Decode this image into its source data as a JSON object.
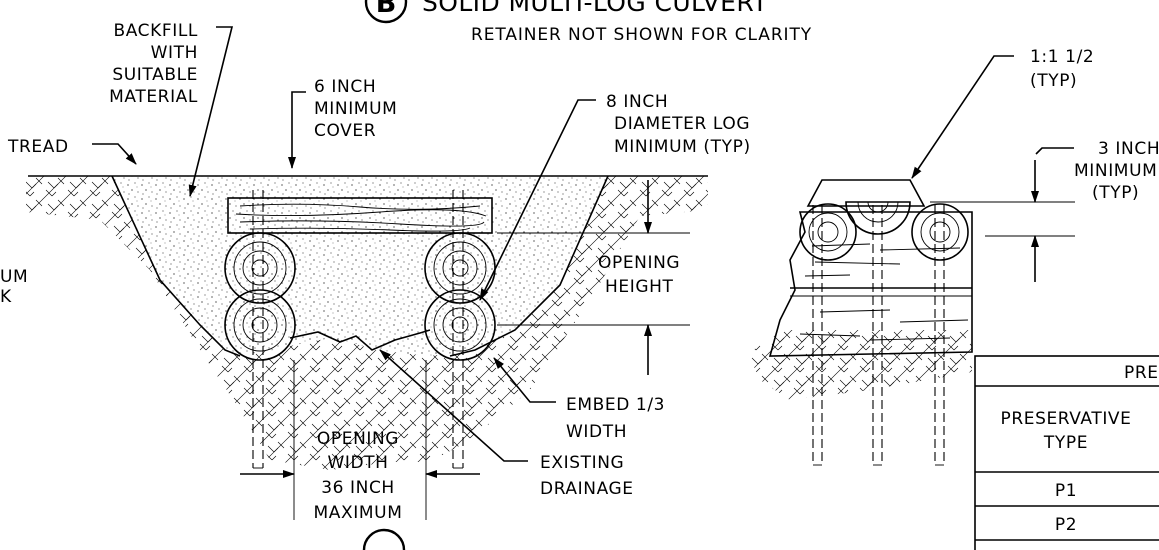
{
  "title": {
    "letter": "B",
    "main": "SOLID MULTI-LOG CULVERT",
    "subtitle": "RETAINER NOT SHOWN FOR CLARITY"
  },
  "labels": {
    "backfill": [
      "BACKFILL",
      "WITH",
      "SUITABLE",
      "MATERIAL"
    ],
    "tread": "TREAD",
    "cover": [
      "6 INCH",
      "MINIMUM",
      "COVER"
    ],
    "log_diameter": [
      "8 INCH",
      "DIAMETER LOG",
      "MINIMUM (TYP)"
    ],
    "left_edge": [
      "UM",
      "K"
    ],
    "opening_height": [
      "OPENING",
      "HEIGHT"
    ],
    "embed": [
      "EMBED 1/3",
      "WIDTH"
    ],
    "opening_width": [
      "OPENING",
      "WIDTH",
      "36 INCH",
      "MAXIMUM"
    ],
    "existing_drainage": [
      "EXISTING",
      "DRAINAGE"
    ],
    "slope": [
      "1:1 1/2",
      "(TYP)"
    ],
    "min_3in": [
      "3 INCH",
      "MINIMUM",
      "(TYP)"
    ]
  },
  "table": {
    "header_partial": "PRE",
    "col_header": [
      "PRESERVATIVE",
      "TYPE"
    ],
    "rows": [
      "P1",
      "P2"
    ]
  }
}
